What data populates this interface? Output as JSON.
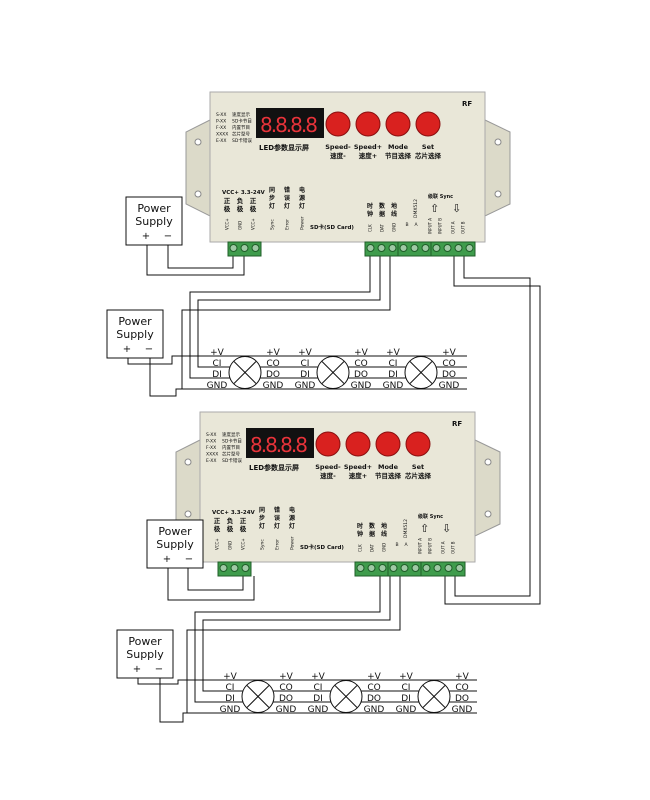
{
  "controllers": [
    {
      "rf": "RF",
      "legend": [
        [
          "S-XX",
          "速度显示"
        ],
        [
          "P-XX",
          "SD卡节目"
        ],
        [
          "F-XX",
          "内置节目"
        ],
        [
          "XXXX",
          "芯片型号"
        ],
        [
          "E-XX",
          "SD卡错误"
        ]
      ],
      "display": "8.8.8.8",
      "display_label": "LED参数显示屏",
      "buttons": [
        {
          "en": "Speed-",
          "cn": "速度-"
        },
        {
          "en": "Speed+",
          "cn": "速度+"
        },
        {
          "en": "Mode",
          "cn": "节目选择"
        },
        {
          "en": "Set",
          "cn": "芯片选择"
        }
      ],
      "power_label": "VCC+ 3.3-24V",
      "power_cn": [
        [
          "正",
          "极"
        ],
        [
          "负",
          "极"
        ],
        [
          "正",
          "极"
        ]
      ],
      "power_pins": [
        "VCC+",
        "GND",
        "VCC+"
      ],
      "indicators": [
        {
          "cn": [
            "同",
            "步",
            "灯"
          ],
          "en": "Sync"
        },
        {
          "cn": [
            "错",
            "误",
            "灯"
          ],
          "en": "Error"
        },
        {
          "cn": [
            "电",
            "源",
            "灯"
          ],
          "en": "Power"
        }
      ],
      "sd": "SD卡(SD Card)",
      "data_cn": [
        [
          "时",
          "钟"
        ],
        [
          "数",
          "据"
        ],
        [
          "地",
          "线"
        ]
      ],
      "data_pins": [
        "CLK",
        "DAT",
        "GND"
      ],
      "dmx": "DMX512",
      "dmx_pins": [
        "B",
        "A"
      ],
      "sync": "级联 Sync",
      "sync_pins": [
        "INPUT A",
        "INPUT B",
        "OUT A",
        "OUT B"
      ]
    },
    {
      "rf": "RF",
      "legend": [
        [
          "S-XX",
          "速度显示"
        ],
        [
          "P-XX",
          "SD卡节目"
        ],
        [
          "F-XX",
          "内置节目"
        ],
        [
          "XXXX",
          "芯片型号"
        ],
        [
          "E-XX",
          "SD卡错误"
        ]
      ],
      "display": "8.8.8.8",
      "display_label": "LED参数显示屏",
      "buttons": [
        {
          "en": "Speed-",
          "cn": "速度-"
        },
        {
          "en": "Speed+",
          "cn": "速度+"
        },
        {
          "en": "Mode",
          "cn": "节目选择"
        },
        {
          "en": "Set",
          "cn": "芯片选择"
        }
      ],
      "power_label": "VCC+ 3.3-24V",
      "power_cn": [
        [
          "正",
          "极"
        ],
        [
          "负",
          "极"
        ],
        [
          "正",
          "极"
        ]
      ],
      "power_pins": [
        "VCC+",
        "GND",
        "VCC+"
      ],
      "indicators": [
        {
          "cn": [
            "同",
            "步",
            "灯"
          ],
          "en": "Sync"
        },
        {
          "cn": [
            "错",
            "误",
            "灯"
          ],
          "en": "Error"
        },
        {
          "cn": [
            "电",
            "源",
            "灯"
          ],
          "en": "Power"
        }
      ],
      "sd": "SD卡(SD Card)",
      "data_cn": [
        [
          "时",
          "钟"
        ],
        [
          "数",
          "据"
        ],
        [
          "地",
          "线"
        ]
      ],
      "data_pins": [
        "CLK",
        "DAT",
        "GND"
      ],
      "dmx": "DMX512",
      "dmx_pins": [
        "B",
        "A"
      ],
      "sync": "级联 Sync",
      "sync_pins": [
        "INPUT A",
        "INPUT B",
        "OUT A",
        "OUT B"
      ]
    }
  ],
  "power_supplies": [
    {
      "line1": "Power",
      "line2": "Supply",
      "plus": "+",
      "minus": "−"
    },
    {
      "line1": "Power",
      "line2": "Supply",
      "plus": "+",
      "minus": "−"
    },
    {
      "line1": "Power",
      "line2": "Supply",
      "plus": "+",
      "minus": "−"
    },
    {
      "line1": "Power",
      "line2": "Supply",
      "plus": "+",
      "minus": "−"
    }
  ],
  "led_strip": {
    "in_labels": [
      "+V",
      "CI",
      "DI",
      "GND"
    ],
    "out_labels": [
      "+V",
      "CO",
      "DO",
      "GND"
    ]
  },
  "colors": {
    "body": "#e9e7d8",
    "button": "#d9211f",
    "terminal": "#3f9c4c",
    "display": "#111111",
    "segment": "#e8333a"
  }
}
